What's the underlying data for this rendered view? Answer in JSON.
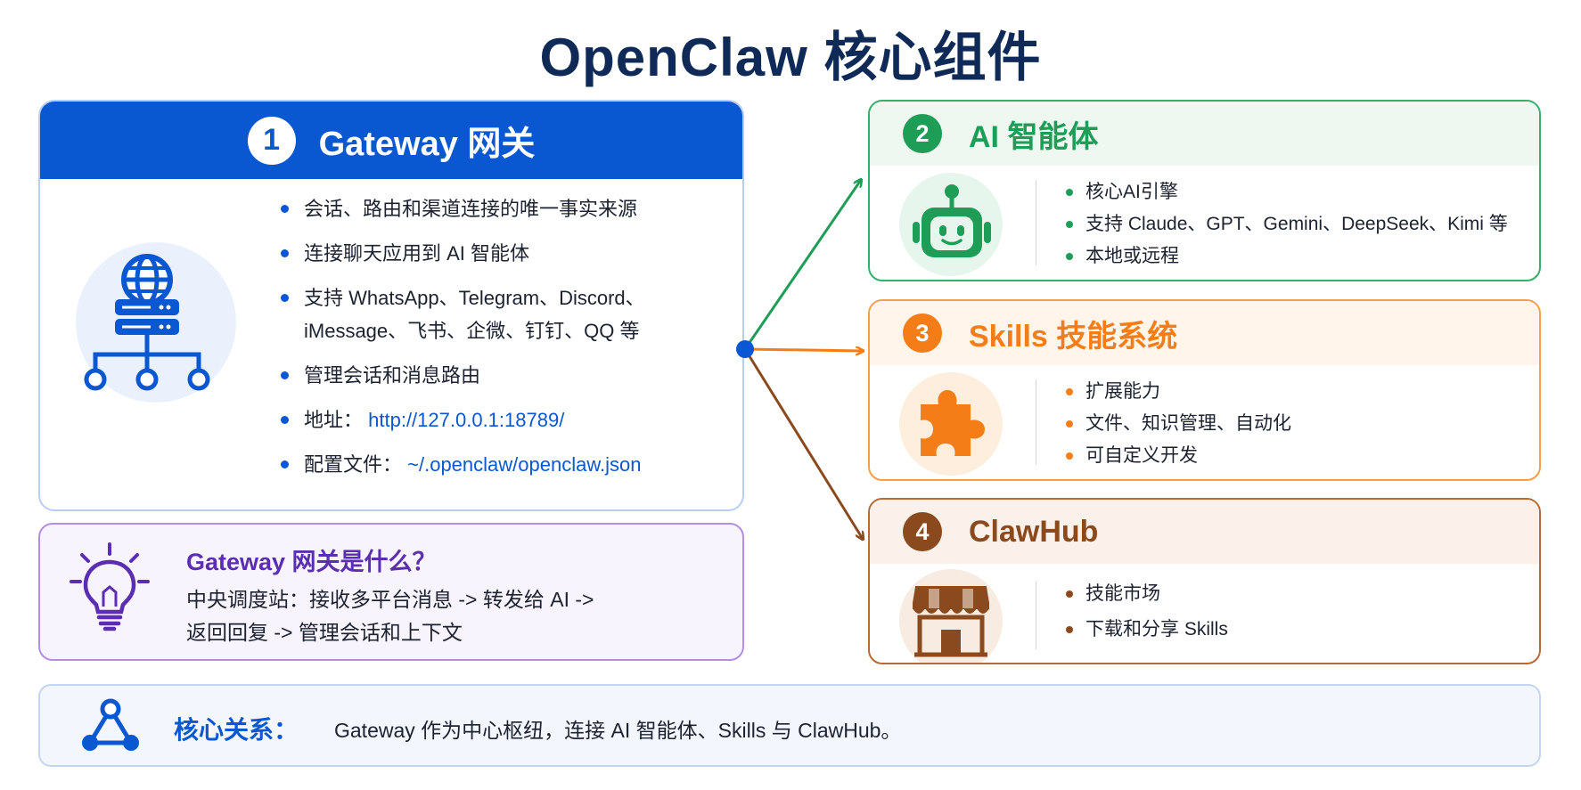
{
  "title": "OpenClaw 核心组件",
  "gateway": {
    "number": "1",
    "title": "Gateway 网关",
    "icon": "server-globe-network-icon",
    "items": [
      "会话、路由和渠道连接的唯一事实来源",
      "连接聊天应用到 AI 智能体",
      "支持 WhatsApp、Telegram、Discord、",
      "iMessage、飞书、企微、钉钉、QQ 等",
      "管理会话和消息路由",
      "地址：",
      "http://127.0.0.1:18789/",
      "配置文件：",
      "~/.openclaw/openclaw.json"
    ]
  },
  "info": {
    "icon": "lightbulb-icon",
    "title": "Gateway 网关是什么？",
    "line1": "中央调度站：接收多平台消息 -> 转发给 AI ->",
    "line2": "返回回复 -> 管理会话和上下文"
  },
  "cards": [
    {
      "number": "2",
      "title": "AI 智能体",
      "icon": "robot-icon",
      "color": "#1e9d57",
      "items": [
        "核心AI引擎",
        "支持 Claude、GPT、Gemini、DeepSeek、Kimi 等",
        "本地或远程"
      ]
    },
    {
      "number": "3",
      "title": "Skills 技能系统",
      "icon": "puzzle-icon",
      "color": "#f47d17",
      "items": [
        "扩展能力",
        "文件、知识管理、自动化",
        "可自定义开发"
      ]
    },
    {
      "number": "4",
      "title": "ClawHub",
      "icon": "storefront-icon",
      "color": "#8b4a1e",
      "items": [
        "技能市场",
        "下载和分享 Skills"
      ]
    }
  ],
  "bottom": {
    "icon": "network-nodes-icon",
    "label": "核心关系：",
    "text": "Gateway 作为中心枢纽，连接 AI 智能体、Skills 与 ClawHub。"
  },
  "colors": {
    "gateway_blue": "#0a57d2",
    "title_navy": "#0f2a57",
    "info_purple": "#5a2db3",
    "ai_green": "#1e9d57",
    "skills_orange": "#f47d17",
    "clawhub_brown": "#8b4a1e"
  }
}
